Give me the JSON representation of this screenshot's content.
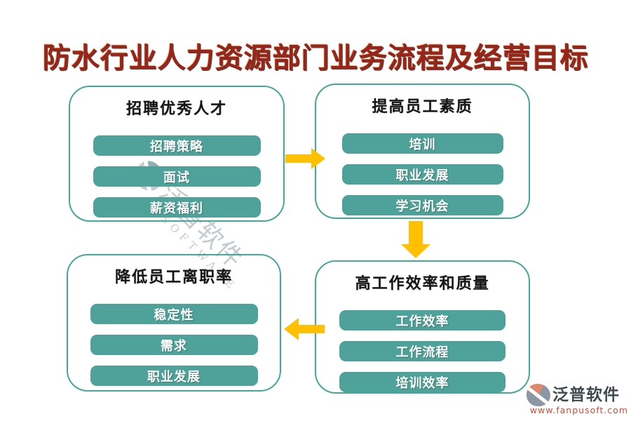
{
  "page": {
    "title": "防水行业人力资源部门业务流程及经营目标"
  },
  "boxes": [
    {
      "heading": "招聘优秀人才",
      "items": [
        "招聘策略",
        "面试",
        "薪资福利"
      ]
    },
    {
      "heading": "提高员工素质",
      "items": [
        "培训",
        "职业发展",
        "学习机会"
      ]
    },
    {
      "heading": "降低员工离职率",
      "items": [
        "稳定性",
        "需求",
        "职业发展"
      ]
    },
    {
      "heading": "高工作效率和质量",
      "items": [
        "工作效率",
        "工作流程",
        "培训效率"
      ]
    }
  ],
  "flow": [
    "招聘优秀人才 → 提高员工素质",
    "提高员工素质 → 高工作效率和质量",
    "高工作效率和质量 → 降低员工离职率"
  ],
  "watermark": {
    "cn": "泛普软件",
    "en": "SOFTWARE"
  },
  "logo": {
    "name": "泛普软件",
    "url": "www.fanpusoft.com"
  },
  "colors": {
    "title": "#9a2418",
    "box_border": "#45a797",
    "item_fill": "#4fa29a",
    "item_text": "#ffffff",
    "arrow": "#ffc000",
    "logo_name": "#3e4950",
    "logo_url": "#c8503c"
  }
}
